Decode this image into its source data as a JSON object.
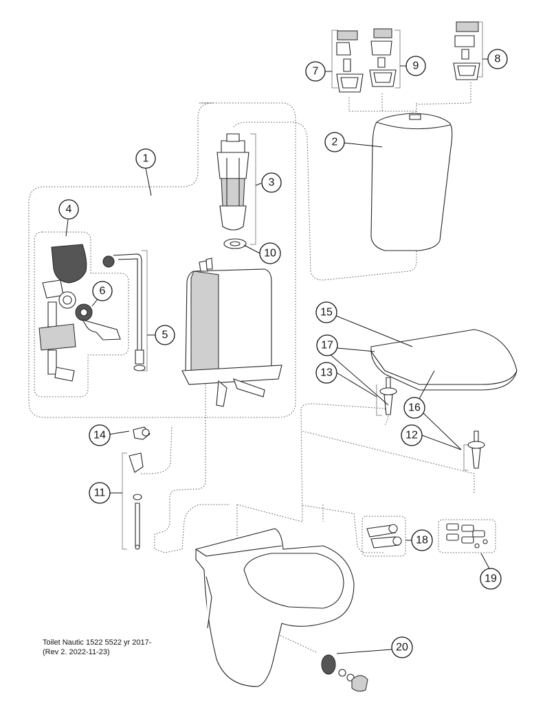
{
  "caption": {
    "line1": "Toilet Nautic 1522 5522 yr 2017-",
    "line2": "(Rev 2. 2022-11-23)"
  },
  "callouts": {
    "c1": "1",
    "c2": "2",
    "c3": "3",
    "c4": "4",
    "c5": "5",
    "c6": "6",
    "c7": "7",
    "c8": "8",
    "c9": "9",
    "c10": "10",
    "c11": "11",
    "c12": "12",
    "c13": "13",
    "c14": "14",
    "c15": "15",
    "c16": "16",
    "c17": "17",
    "c18": "18",
    "c19": "19",
    "c20": "20"
  }
}
